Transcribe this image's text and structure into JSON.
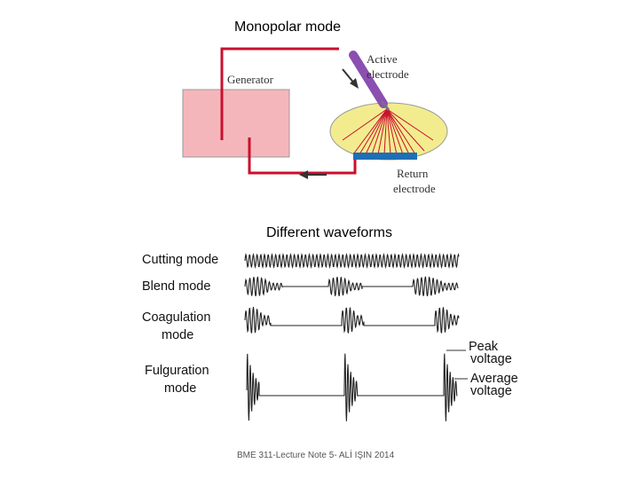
{
  "monopolar": {
    "title": "Monopolar mode",
    "generator_label": "Generator",
    "active_label": [
      "Active",
      "electrode"
    ],
    "return_label": [
      "Return",
      "electrode"
    ],
    "colors": {
      "generator_fill": "#f5b6bb",
      "wire": "#c8102e",
      "patient": "#f3ec8f",
      "plate": "#1e6fb5",
      "electrode": "#8a4fb0"
    }
  },
  "waveforms": {
    "title": "Different waveforms",
    "modes": [
      {
        "lines": [
          "Cutting mode"
        ]
      },
      {
        "lines": [
          "Blend mode"
        ]
      },
      {
        "lines": [
          "Coagulation",
          "mode"
        ]
      },
      {
        "lines": [
          "Fulguration",
          "mode"
        ]
      }
    ],
    "legend": {
      "peak": [
        "Peak",
        "voltage"
      ],
      "average": [
        "Average",
        "voltage"
      ]
    }
  },
  "footer": "BME 311-Lecture Note 5- ALİ IŞIN 2014"
}
